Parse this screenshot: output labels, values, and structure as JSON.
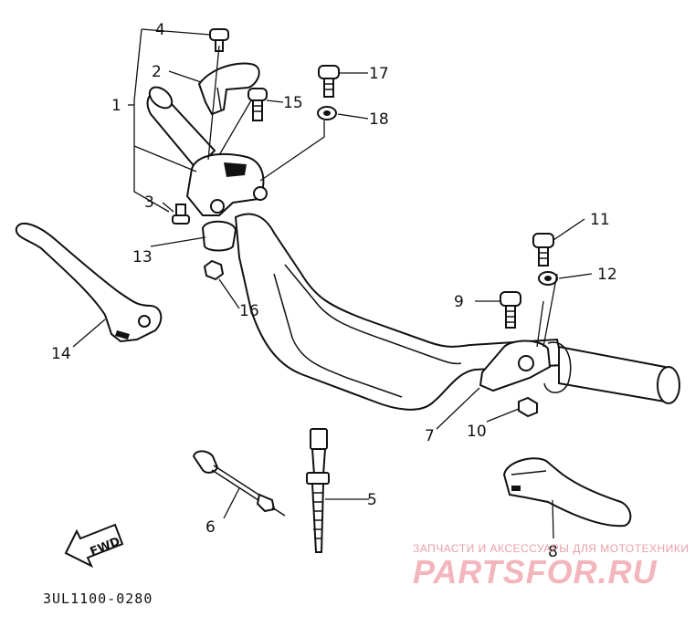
{
  "callouts": {
    "c1": "1",
    "c2": "2",
    "c3": "3",
    "c4": "4",
    "c5": "5",
    "c6": "6",
    "c7": "7",
    "c8": "8",
    "c9": "9",
    "c10": "10",
    "c11": "11",
    "c12": "12",
    "c13": "13",
    "c14": "14",
    "c15": "15",
    "c16": "16",
    "c17": "17",
    "c18": "18"
  },
  "fwd_arrow": {
    "label": "FWD"
  },
  "diagram_code": "3UL1100-0280",
  "watermark": {
    "top_text": "ЗАПЧАСТИ И АКСЕССУАРЫ ДЛЯ МОТОТЕХНИКИ",
    "logo_text": "PARTSFOR.RU",
    "color": "#f2b6bc"
  }
}
